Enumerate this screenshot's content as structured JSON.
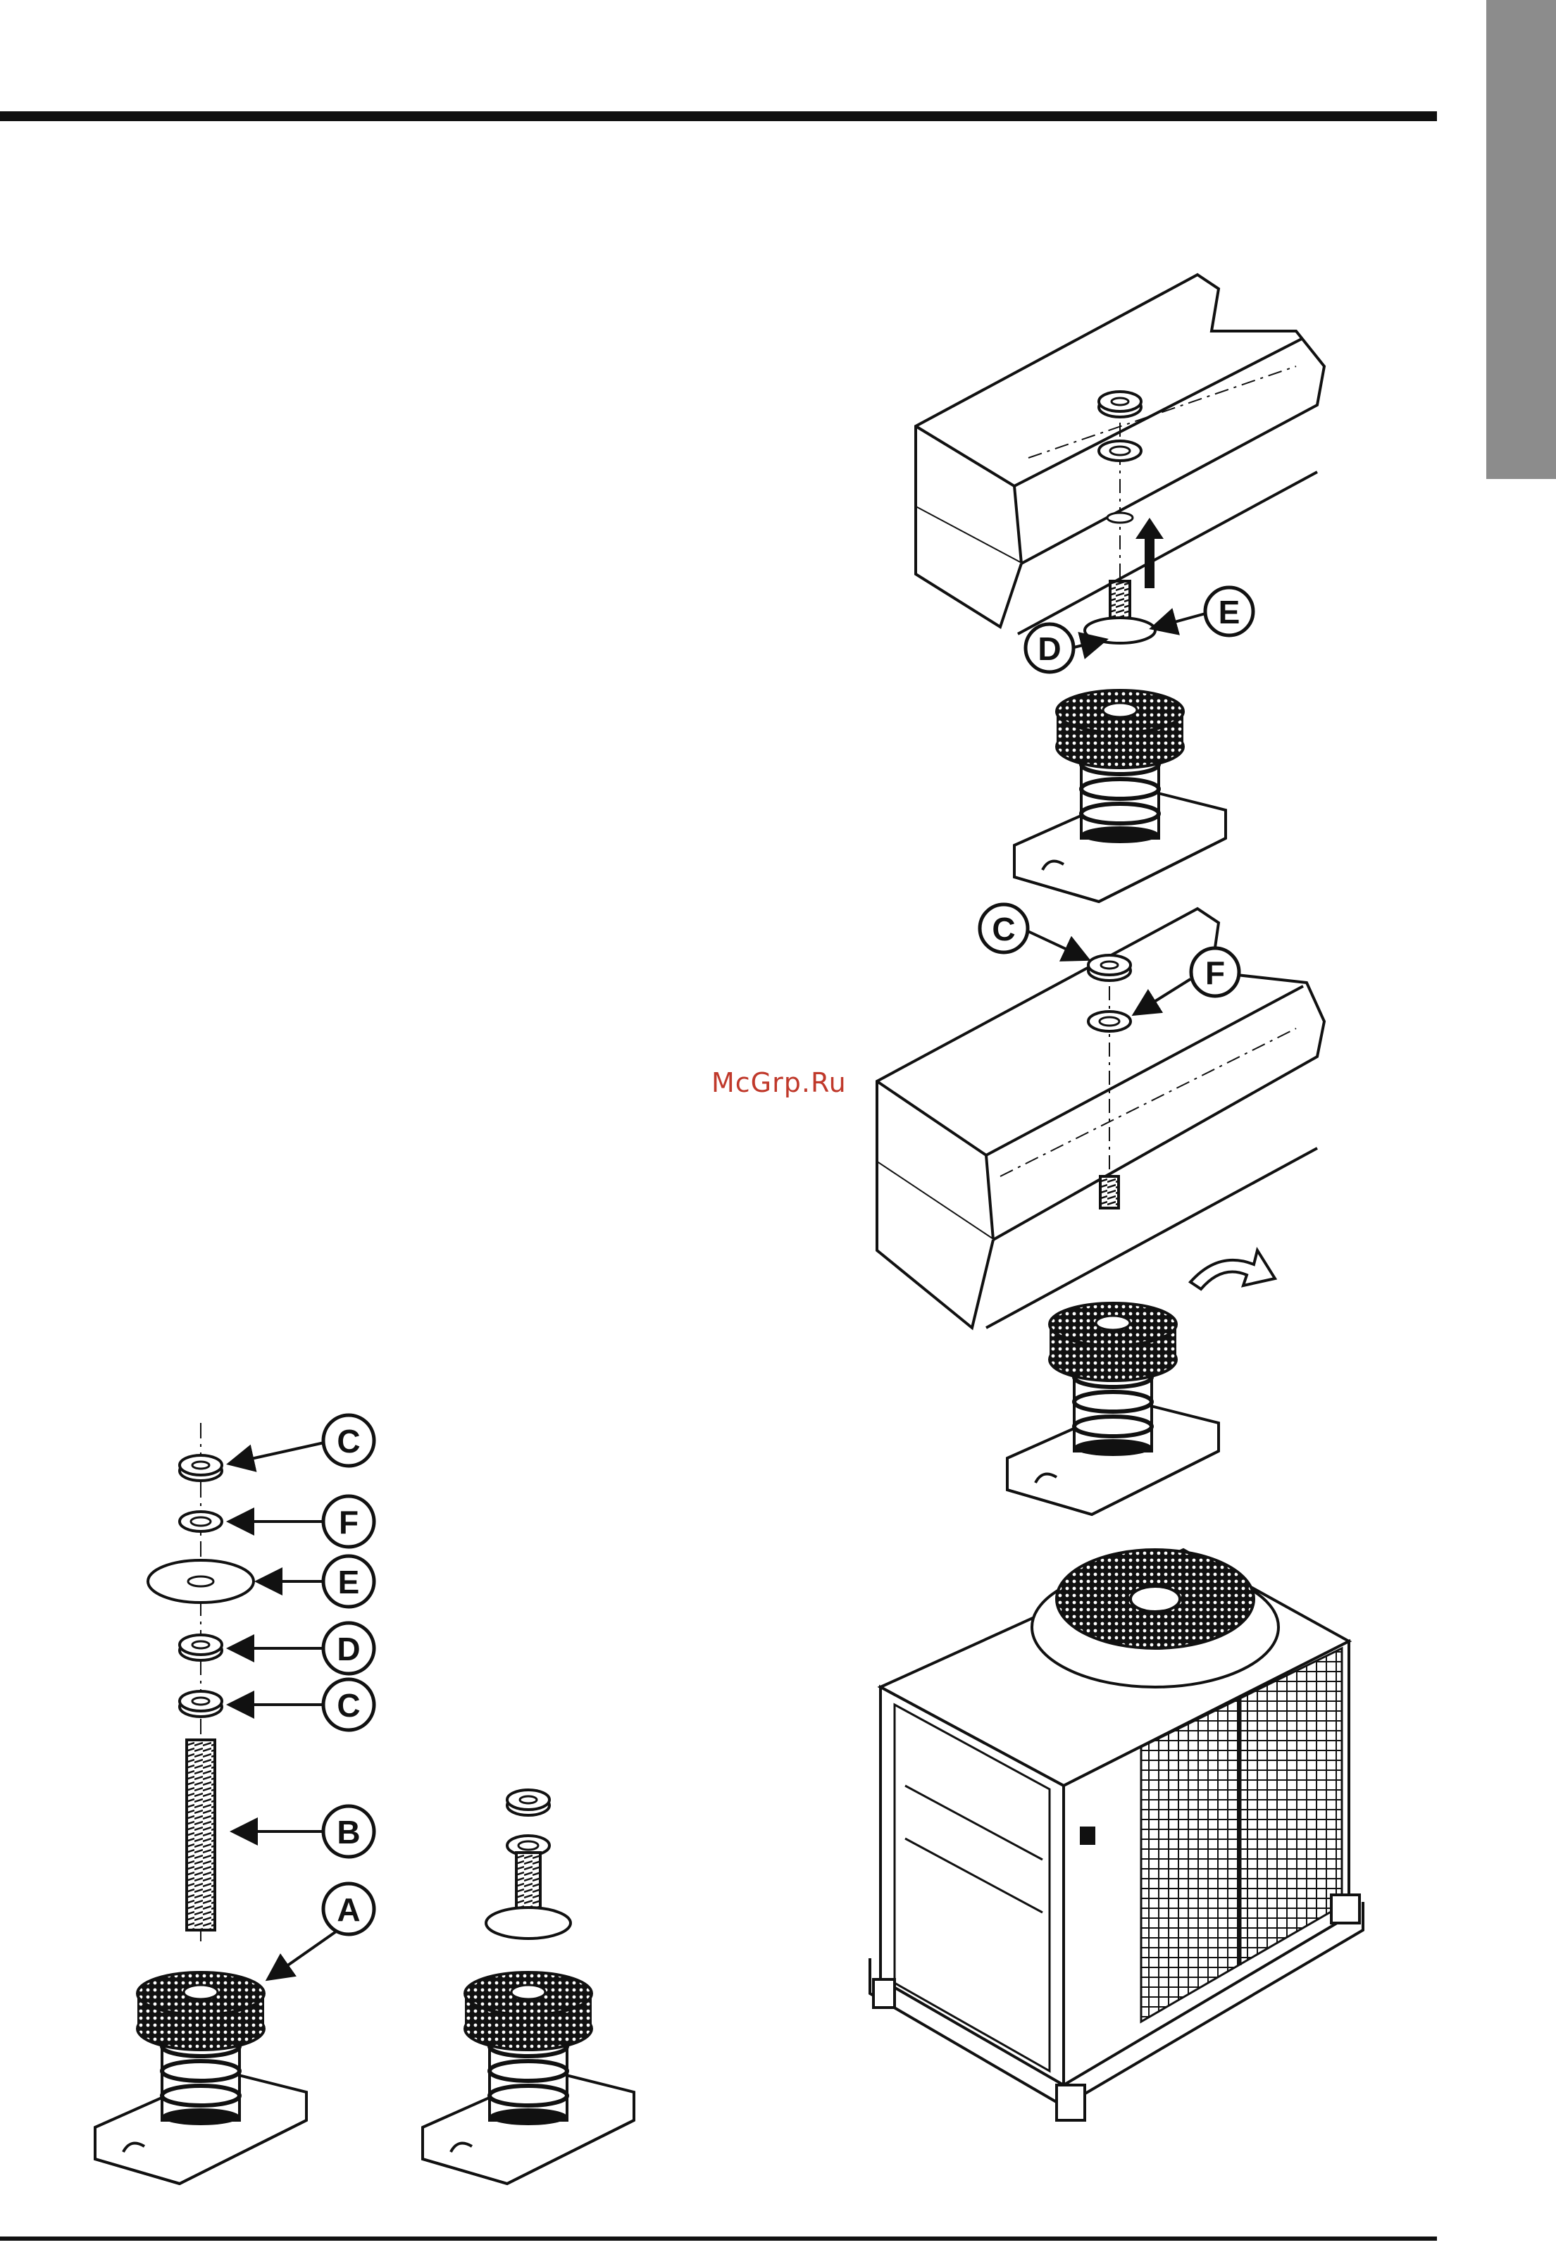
{
  "watermark": "McGrp.Ru",
  "labels": {
    "exploded": {
      "c_top": "C",
      "f": "F",
      "e": "E",
      "d": "D",
      "c_bottom": "C",
      "b": "B",
      "a": "A"
    },
    "step1": {
      "d": "D",
      "e": "E"
    },
    "step2": {
      "c": "C",
      "f": "F"
    }
  },
  "colors": {
    "ink": "#111111",
    "tab": "#8c8c8c",
    "watermark": "#c0392b"
  }
}
